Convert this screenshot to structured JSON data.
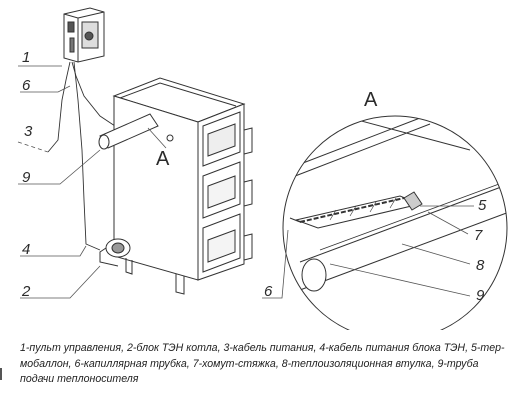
{
  "diagram": {
    "view_label_main": "A",
    "view_label_detail": "A",
    "callouts": [
      "1",
      "6",
      "3",
      "9",
      "4",
      "2",
      "5",
      "7",
      "8",
      "6",
      "9"
    ]
  },
  "caption": {
    "text": "1-пульт управления, 2-блок ТЭН котла, 3-кабель питания, 4-кабель питания блока ТЭН, 5-тер- мобаллон, 6-капиллярная трубка, 7-хомут-стяжка, 8-теплоизоляционная втулка, 9-труба подачи теплоносителя"
  }
}
